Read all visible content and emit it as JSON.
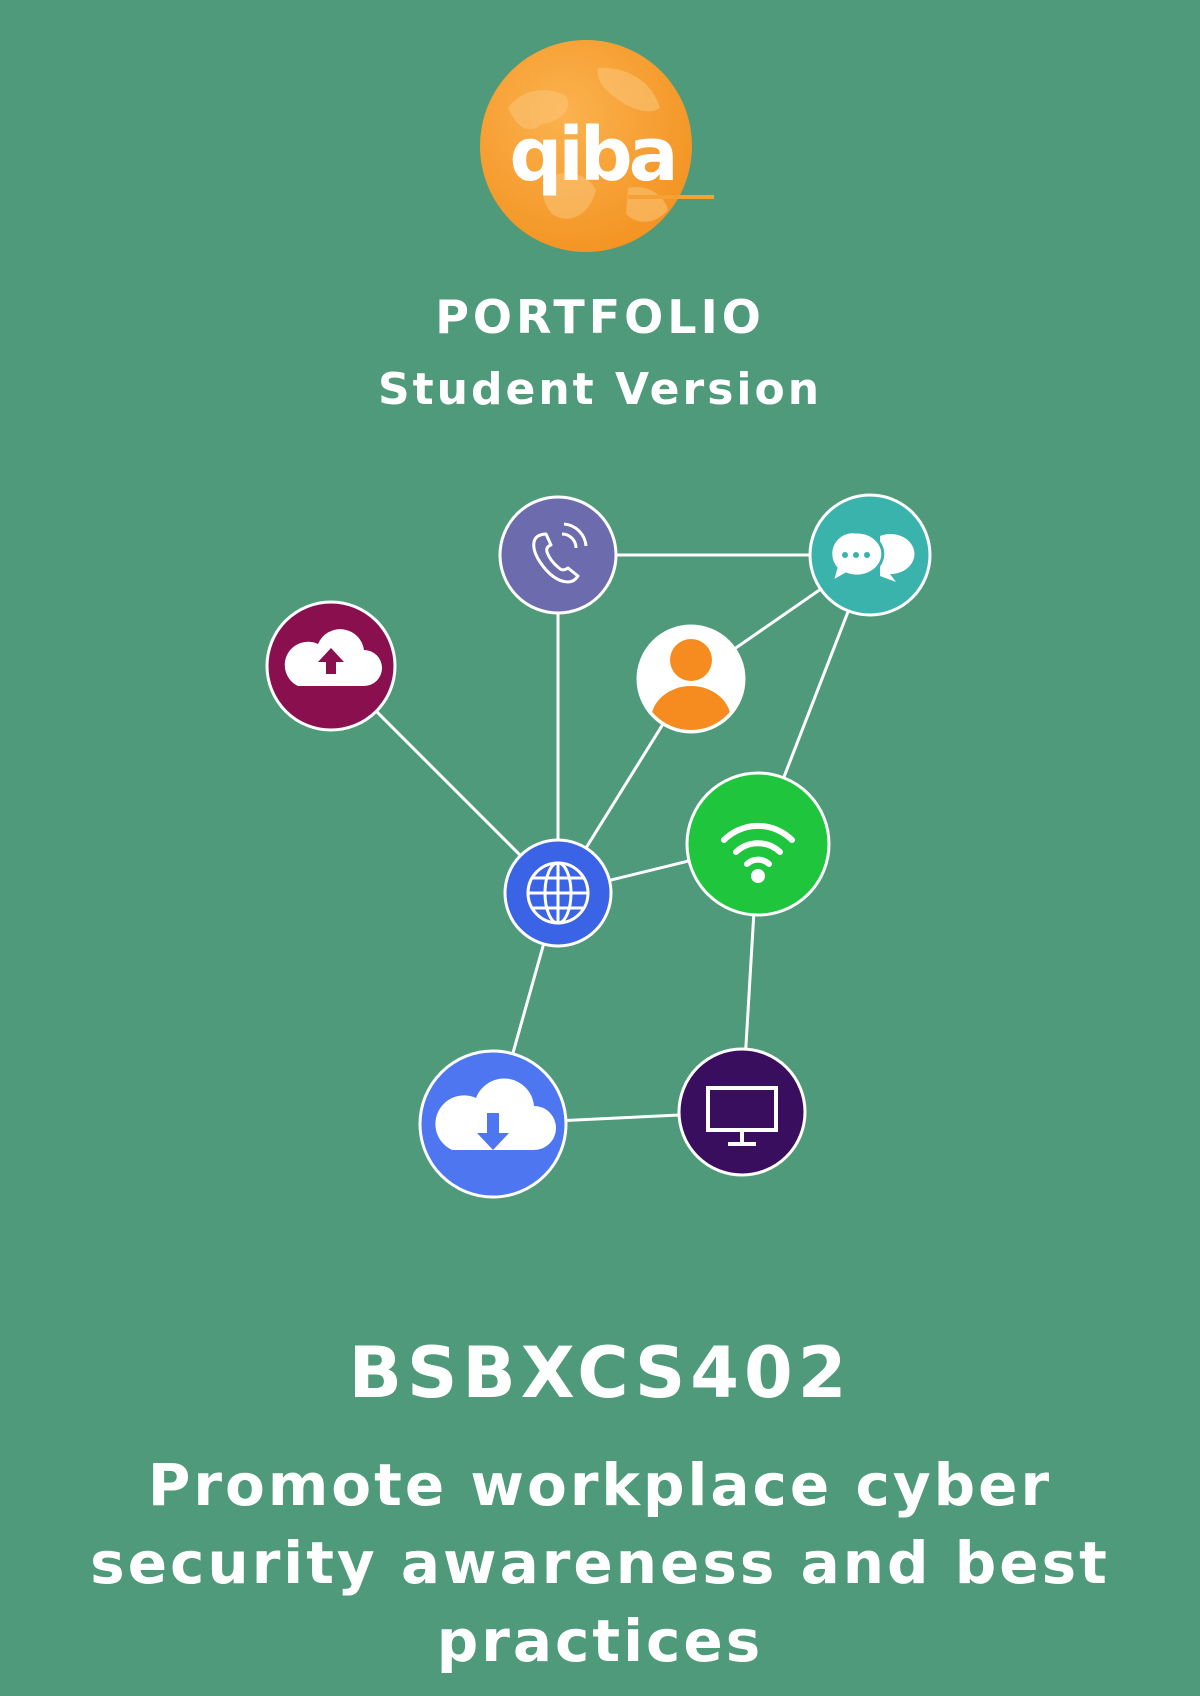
{
  "logo": {
    "text": "qiba",
    "icon": "globe-logo",
    "colors": {
      "globe": "#f7a034",
      "text": "#ffffff"
    }
  },
  "cover": {
    "kicker": "PORTFOLIO",
    "version": "Student Version",
    "unit_code": "BSBXCS402",
    "title_lines": [
      "Promote workplace cyber",
      "security awareness and best",
      "practices"
    ]
  },
  "network_icons": [
    {
      "name": "cloud-upload-icon",
      "color": "#8a0f4f"
    },
    {
      "name": "phone-call-icon",
      "color": "#6b6bae"
    },
    {
      "name": "chat-bubbles-icon",
      "color": "#3bb3ad"
    },
    {
      "name": "user-icon",
      "color": "#f68b1f"
    },
    {
      "name": "globe-icon",
      "color": "#3b63e6"
    },
    {
      "name": "wifi-icon",
      "color": "#1fc53c"
    },
    {
      "name": "cloud-download-icon",
      "color": "#4d76f0"
    },
    {
      "name": "monitor-icon",
      "color": "#3a0e5e"
    }
  ],
  "colors": {
    "background": "#4e9a7a",
    "text": "#ffffff"
  }
}
